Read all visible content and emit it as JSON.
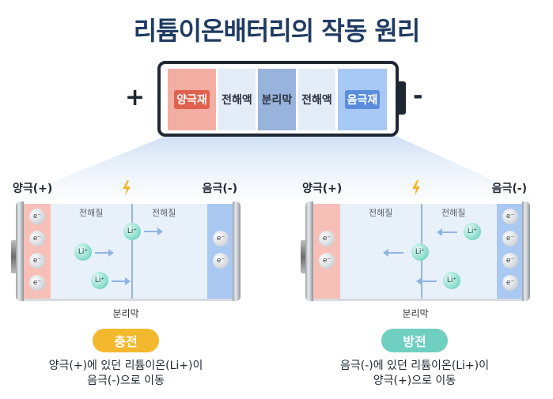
{
  "title": "리튬이온배터리의 작동 원리",
  "top_battery": {
    "plus": "+",
    "minus": "-",
    "cells": [
      "양극재",
      "전해액",
      "분리막",
      "전해액",
      "음극재"
    ]
  },
  "charge_panel": {
    "pos_label": "양극(+)",
    "neg_label": "음극(-)",
    "zone_left": "전해질",
    "zone_right": "전해질",
    "separator": "분리막",
    "electron": "e⁻",
    "ion": "Li⁺",
    "badge": "충전",
    "desc_line1": "양극(+)에 있던 리튬이온(Li+)이",
    "desc_line2": "음극(-)으로 이동"
  },
  "discharge_panel": {
    "pos_label": "양극(+)",
    "neg_label": "음극(-)",
    "zone_left": "전해질",
    "zone_right": "전해질",
    "separator": "분리막",
    "electron": "e⁻",
    "ion": "Li⁺",
    "badge": "방전",
    "desc_line1": "음극(-)에 있던 리튬이온(Li+)이",
    "desc_line2": "양극(+)으로 이동"
  },
  "colors": {
    "title": "#1f3b63",
    "cathode": "#f3aea4",
    "anode": "#a8c8f5",
    "charge": "#f4b82e",
    "discharge": "#6fcfc1",
    "ion": "#7fd9c7"
  }
}
